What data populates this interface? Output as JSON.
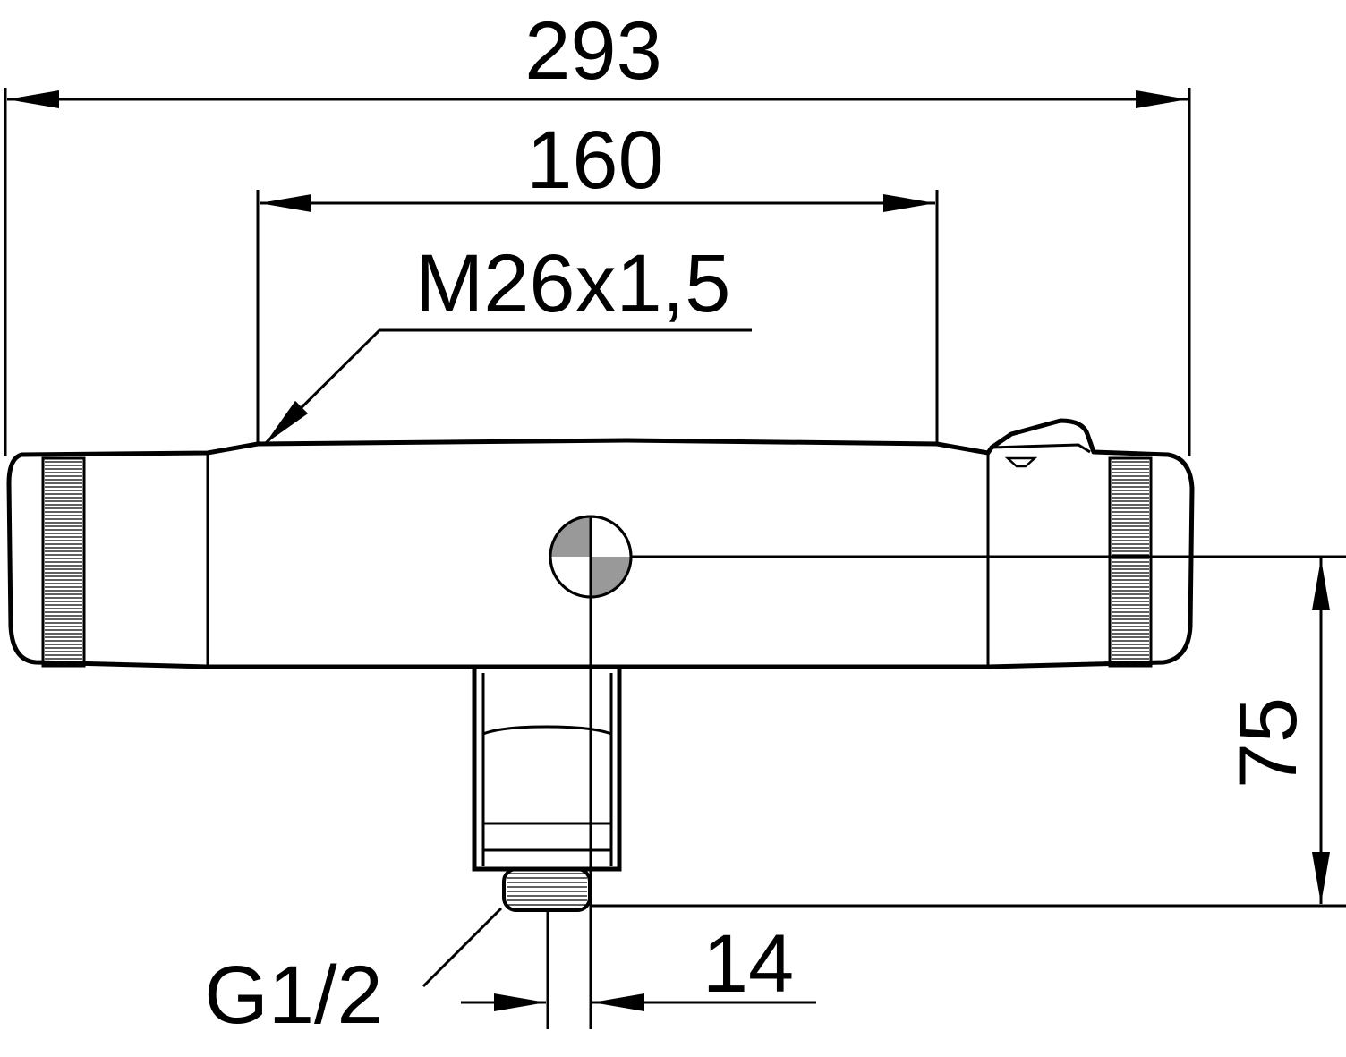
{
  "dimensions": {
    "overall_width": "293",
    "connection_spacing": "160",
    "thread_connection": "M26x1,5",
    "outlet_height": "75",
    "outlet_thread": "G1/2",
    "outlet_length": "14"
  },
  "colors": {
    "line": "#000000",
    "marker_fill": "#999999",
    "background": "#ffffff"
  }
}
